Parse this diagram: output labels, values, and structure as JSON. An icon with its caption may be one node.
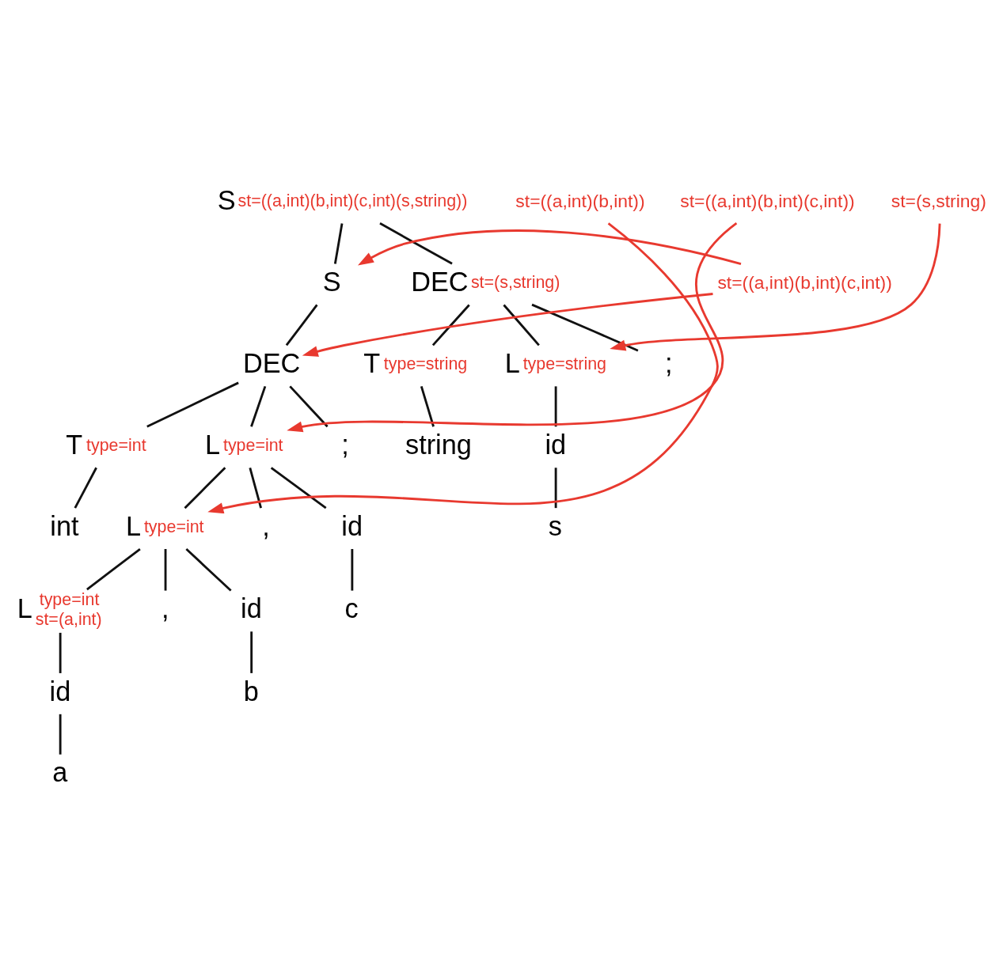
{
  "diagram": {
    "nodes": [
      {
        "text": [
          "S"
        ],
        "beside": [
          "st=((a,int)(b,int)(c,int)(s,string))"
        ]
      },
      {
        "text": [
          "S"
        ]
      },
      {
        "text": [
          "DEC"
        ],
        "beside": [
          "st=(s,string)"
        ]
      },
      {
        "text": [
          "DEC"
        ]
      },
      {
        "text": [
          "T"
        ],
        "beside": [
          "type=int"
        ]
      },
      {
        "text": [
          "L"
        ],
        "beside": [
          "type=int"
        ]
      },
      {
        "text": [
          ";"
        ]
      },
      {
        "text": [
          "T"
        ],
        "beside": [
          "type=string"
        ]
      },
      {
        "text": [
          "L"
        ],
        "beside": [
          "type=string"
        ]
      },
      {
        "text": [
          ";"
        ]
      },
      {
        "text": [
          "int"
        ]
      },
      {
        "text": [
          "L"
        ],
        "beside": [
          "type=int"
        ]
      },
      {
        "text": [
          ","
        ]
      },
      {
        "text": [
          "id"
        ]
      },
      {
        "text": [
          "string"
        ]
      },
      {
        "text": [
          "id"
        ]
      },
      {
        "text": [
          "L"
        ],
        "beside": [
          "type=int",
          "st=(a,int)"
        ]
      },
      {
        "text": [
          ","
        ]
      },
      {
        "text": [
          "id"
        ]
      },
      {
        "text": [
          "c"
        ]
      },
      {
        "text": [
          "s"
        ]
      },
      {
        "text": [
          "id"
        ]
      },
      {
        "text": [
          "b"
        ]
      },
      {
        "text": [
          "a"
        ]
      },
      {
        "text": [
          "st=((a,int)(b,int)(c,int))"
        ]
      },
      {
        "text": [
          "st=(s,string)"
        ]
      },
      {
        "text": [
          "st=((a,int)(b,int)(c,int))"
        ]
      },
      {
        "text": [
          "st=((a,int)(b,int))"
        ]
      }
    ],
    "edges": [
      {
        "from": 0,
        "to": 1,
        "arrow": "none"
      },
      {
        "from": 0,
        "to": 2,
        "arrow": "none"
      },
      {
        "from": 1,
        "to": 3,
        "arrow": "none"
      },
      {
        "from": 2,
        "to": 7,
        "arrow": "none"
      },
      {
        "from": 2,
        "to": 8,
        "arrow": "none"
      },
      {
        "from": 2,
        "to": 9,
        "arrow": "none"
      },
      {
        "from": 3,
        "to": 4,
        "arrow": "none"
      },
      {
        "from": 3,
        "to": 5,
        "arrow": "none"
      },
      {
        "from": 3,
        "to": 6,
        "arrow": "none"
      },
      {
        "from": 4,
        "to": 10,
        "arrow": "none"
      },
      {
        "from": 5,
        "to": 11,
        "arrow": "none"
      },
      {
        "from": 5,
        "to": 12,
        "arrow": "none"
      },
      {
        "from": 5,
        "to": 13,
        "arrow": "none"
      },
      {
        "from": 7,
        "to": 14,
        "arrow": "none"
      },
      {
        "from": 8,
        "to": 15,
        "arrow": "none"
      },
      {
        "from": 11,
        "to": 16,
        "arrow": "none"
      },
      {
        "from": 11,
        "to": 17,
        "arrow": "none"
      },
      {
        "from": 11,
        "to": 18,
        "arrow": "none"
      },
      {
        "from": 13,
        "to": 19,
        "arrow": "none"
      },
      {
        "from": 15,
        "to": 20,
        "arrow": "none"
      },
      {
        "from": 16,
        "to": 21,
        "arrow": "none"
      },
      {
        "from": 18,
        "to": 22,
        "arrow": "none"
      },
      {
        "from": 21,
        "to": 23,
        "arrow": "none"
      },
      {
        "from": 24,
        "to": 1,
        "arrow": "to",
        "color": "#e8392f"
      },
      {
        "from": 24,
        "to": 3,
        "arrow": "to",
        "color": "#e8392f"
      },
      {
        "from": 25,
        "to": 8,
        "arrow": "to",
        "color": "#e8392f"
      },
      {
        "from": 26,
        "to": 5,
        "arrow": "to",
        "color": "#e8392f"
      },
      {
        "from": 27,
        "to": 11,
        "arrow": "to",
        "color": "#e8392f"
      }
    ]
  }
}
